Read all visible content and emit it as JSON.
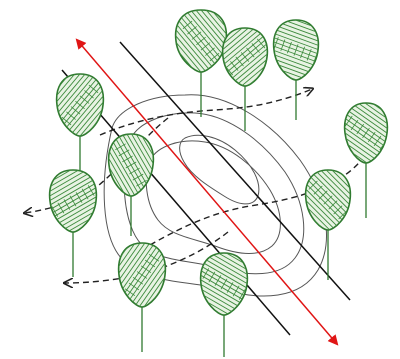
{
  "colors": {
    "tree_stroke": "#2f7a2f",
    "tree_fill": "#e8f3e3",
    "hatch": "#3d8a3d",
    "trunk": "#2f7a2f",
    "contour": "#555555",
    "line": "#111111",
    "arrow": "#e01515",
    "dashed": "#222222"
  },
  "trees": [
    {
      "id": "tree-1"
    },
    {
      "id": "tree-2"
    },
    {
      "id": "tree-3"
    },
    {
      "id": "tree-4"
    },
    {
      "id": "tree-5"
    },
    {
      "id": "tree-6"
    },
    {
      "id": "tree-7"
    },
    {
      "id": "tree-8"
    },
    {
      "id": "tree-9"
    },
    {
      "id": "tree-10"
    }
  ]
}
